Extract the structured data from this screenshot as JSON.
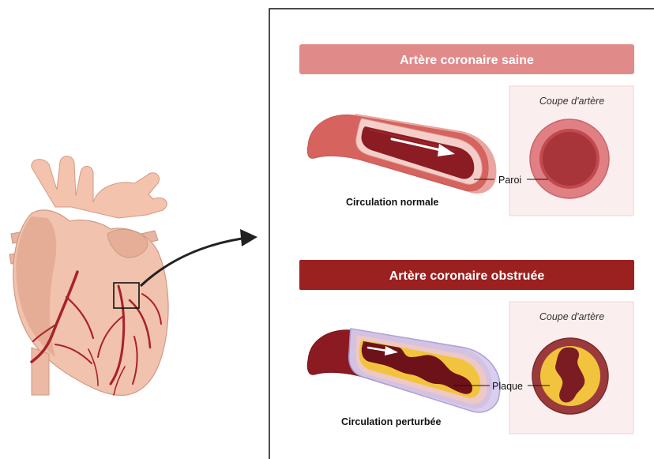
{
  "healthy": {
    "title": "Artère coronaire saine",
    "caption": "Circulation normale",
    "section_label": "Coupe d'artère",
    "callout": "Paroi"
  },
  "blocked": {
    "title": "Artère coronaire obstruée",
    "caption": "Circulation perturbée",
    "section_label": "Coupe d'artère",
    "callout": "Plaque"
  },
  "colors": {
    "healthy_banner": "#e08a8a",
    "blocked_banner": "#9b2020",
    "panel_bg": "#fbeeee",
    "plaque": "#f2c43d",
    "vessel": "#a8222a"
  }
}
